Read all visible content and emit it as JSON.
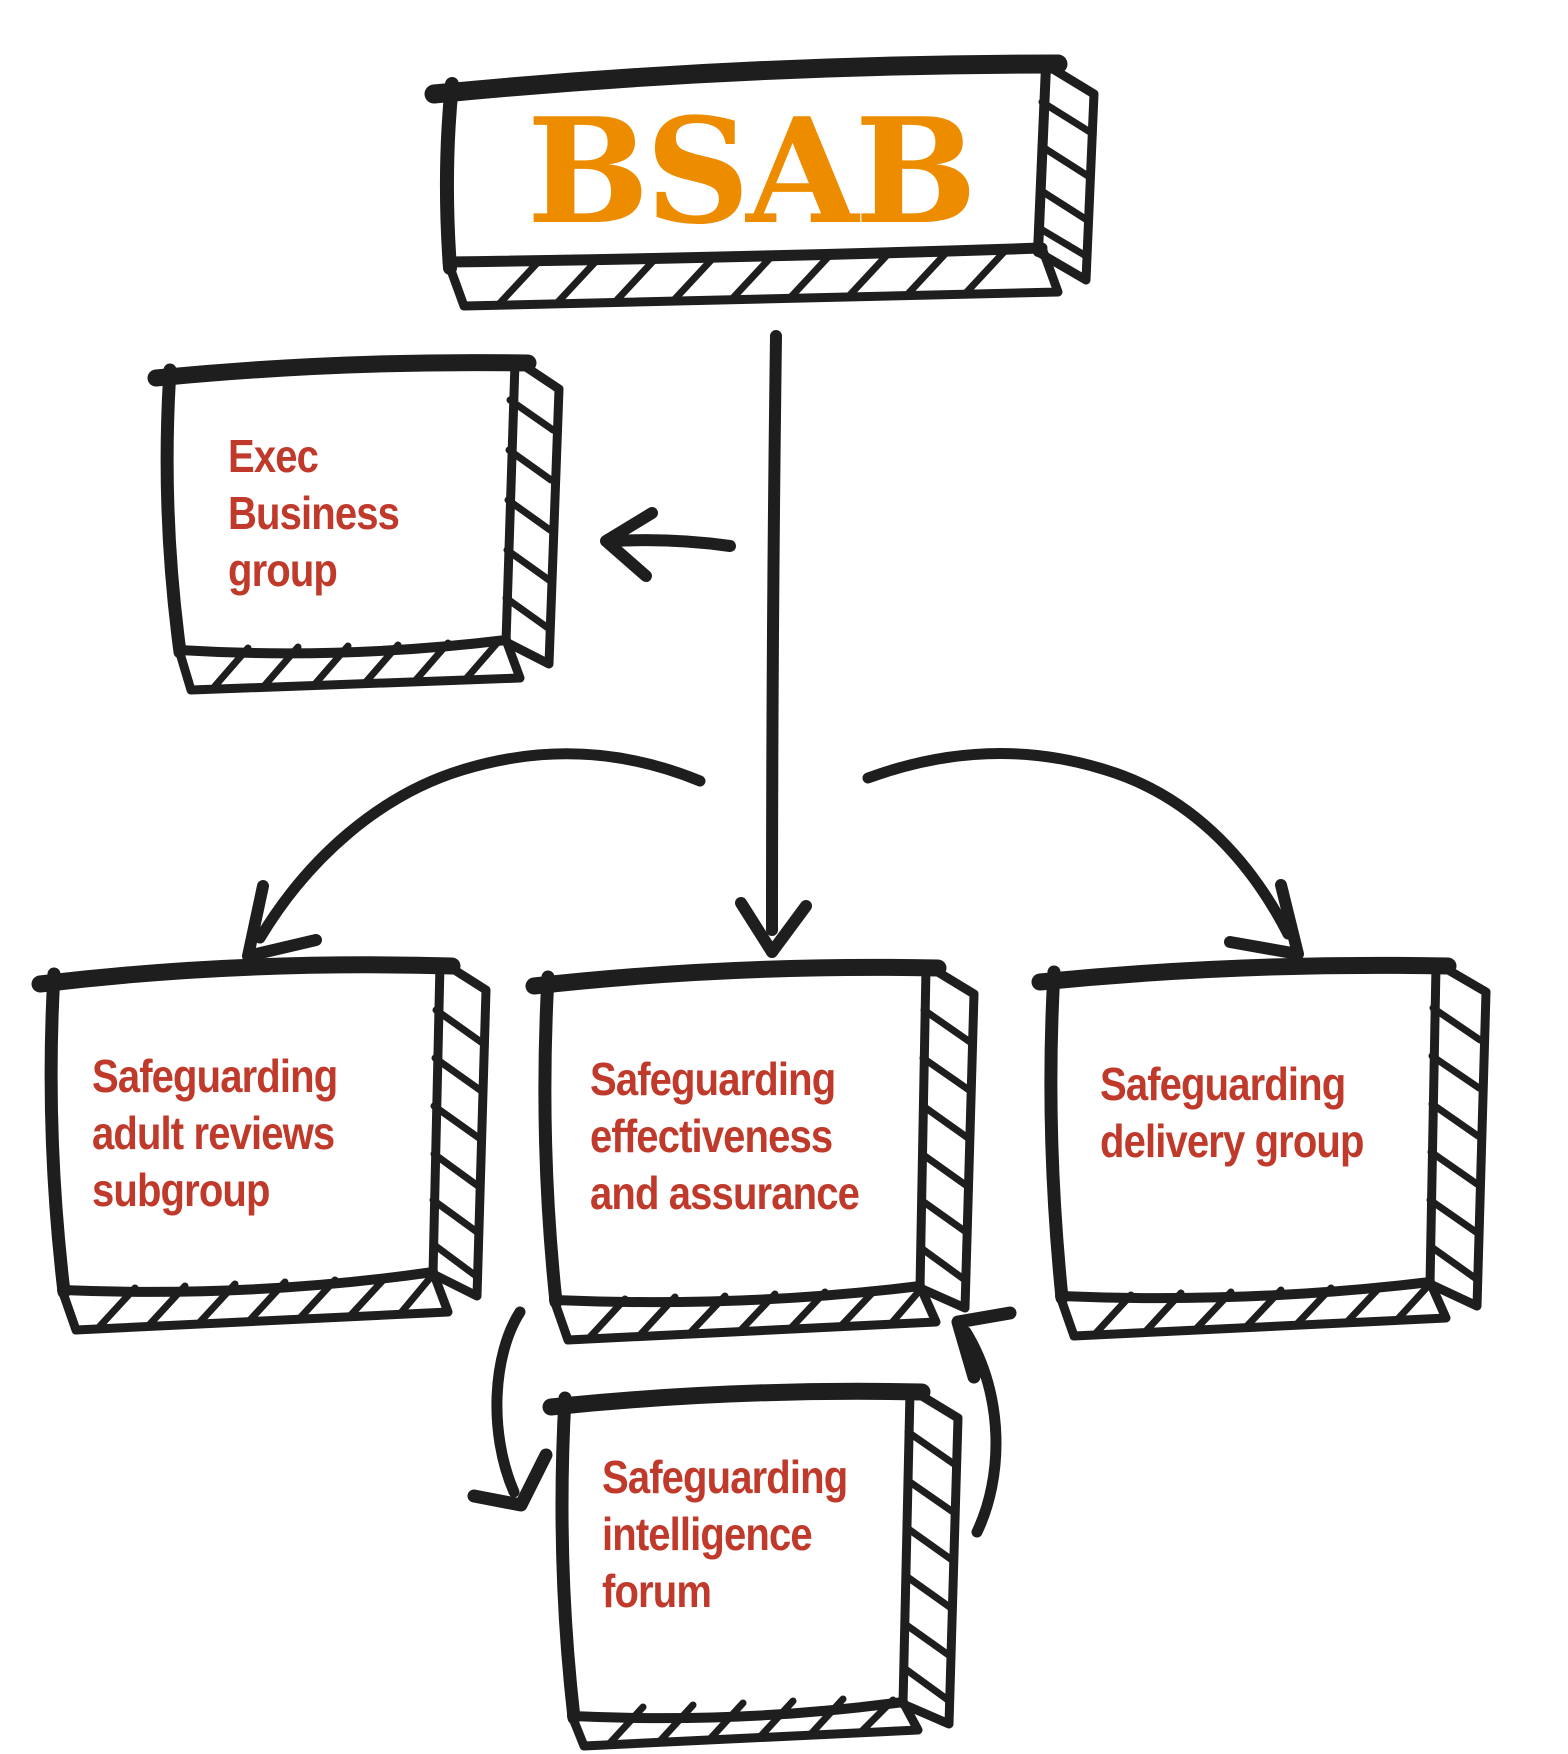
{
  "colors": {
    "background": "#ffffff",
    "ink": "#1e1e1e",
    "orange": "#ee8c00",
    "red": "#c03a2b"
  },
  "nodes": {
    "bsab": {
      "label": "BSAB"
    },
    "exec_business_group": {
      "lines": [
        "Exec",
        "Business",
        "group"
      ]
    },
    "safeguarding_adult_reviews_subgroup": {
      "lines": [
        "Safeguarding",
        "adult reviews",
        "subgroup"
      ]
    },
    "safeguarding_effectiveness_and_assurance": {
      "lines": [
        "Safeguarding",
        "effectiveness",
        "and assurance"
      ]
    },
    "safeguarding_delivery_group": {
      "lines": [
        "Safeguarding",
        "delivery group"
      ]
    },
    "safeguarding_intelligence_forum": {
      "lines": [
        "Safeguarding",
        "intelligence",
        "forum"
      ]
    }
  },
  "connections": [
    {
      "from": "bsab",
      "to": "exec_business_group",
      "direction": "left"
    },
    {
      "from": "bsab",
      "to": "safeguarding_adult_reviews_subgroup",
      "direction": "down-left"
    },
    {
      "from": "bsab",
      "to": "safeguarding_effectiveness_and_assurance",
      "direction": "down"
    },
    {
      "from": "bsab",
      "to": "safeguarding_delivery_group",
      "direction": "down-right"
    },
    {
      "from": "safeguarding_effectiveness_and_assurance",
      "to": "safeguarding_intelligence_forum",
      "direction": "down"
    },
    {
      "from": "safeguarding_intelligence_forum",
      "to": "safeguarding_effectiveness_and_assurance",
      "direction": "up"
    }
  ]
}
